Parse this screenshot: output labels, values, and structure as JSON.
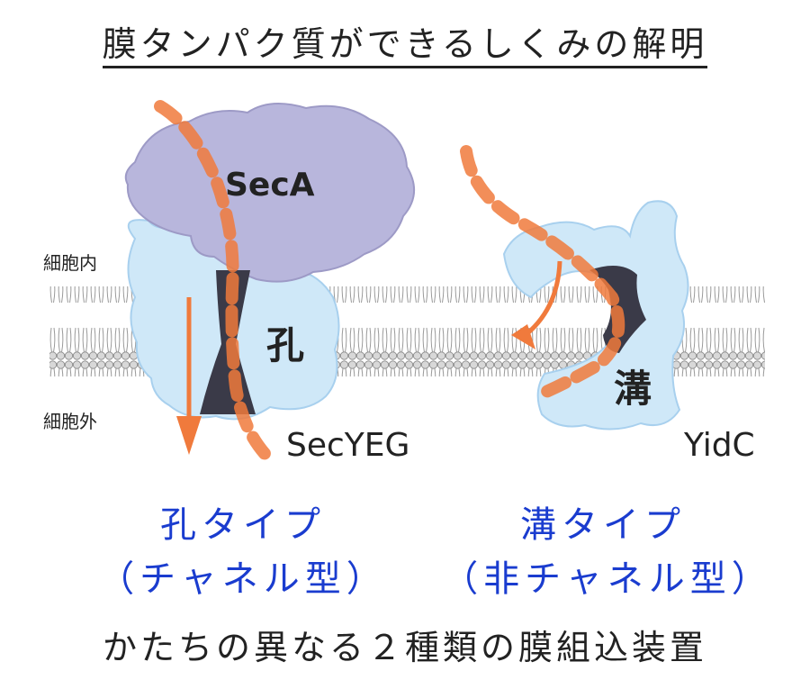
{
  "title": "膜タンパク質ができるしくみの解明",
  "labels": {
    "inside": "細胞内",
    "outside": "細胞外",
    "seca": "SecA",
    "secyeg": "SecYEG",
    "yidc": "YidC",
    "pore": "孔",
    "groove": "溝"
  },
  "types": {
    "pore_type": "孔タイプ",
    "pore_sub": "（チャネル型）",
    "groove_type": "溝タイプ",
    "groove_sub": "（非チャネル型）"
  },
  "caption": "かたちの異なる２種類の膜組込装置",
  "colors": {
    "seca": "#b8b6dc",
    "membrane_protein": "#cfe8f8",
    "channel": "#3a3a48",
    "arrow": "#f07a3c",
    "label_blue": "#1a3ccf"
  }
}
